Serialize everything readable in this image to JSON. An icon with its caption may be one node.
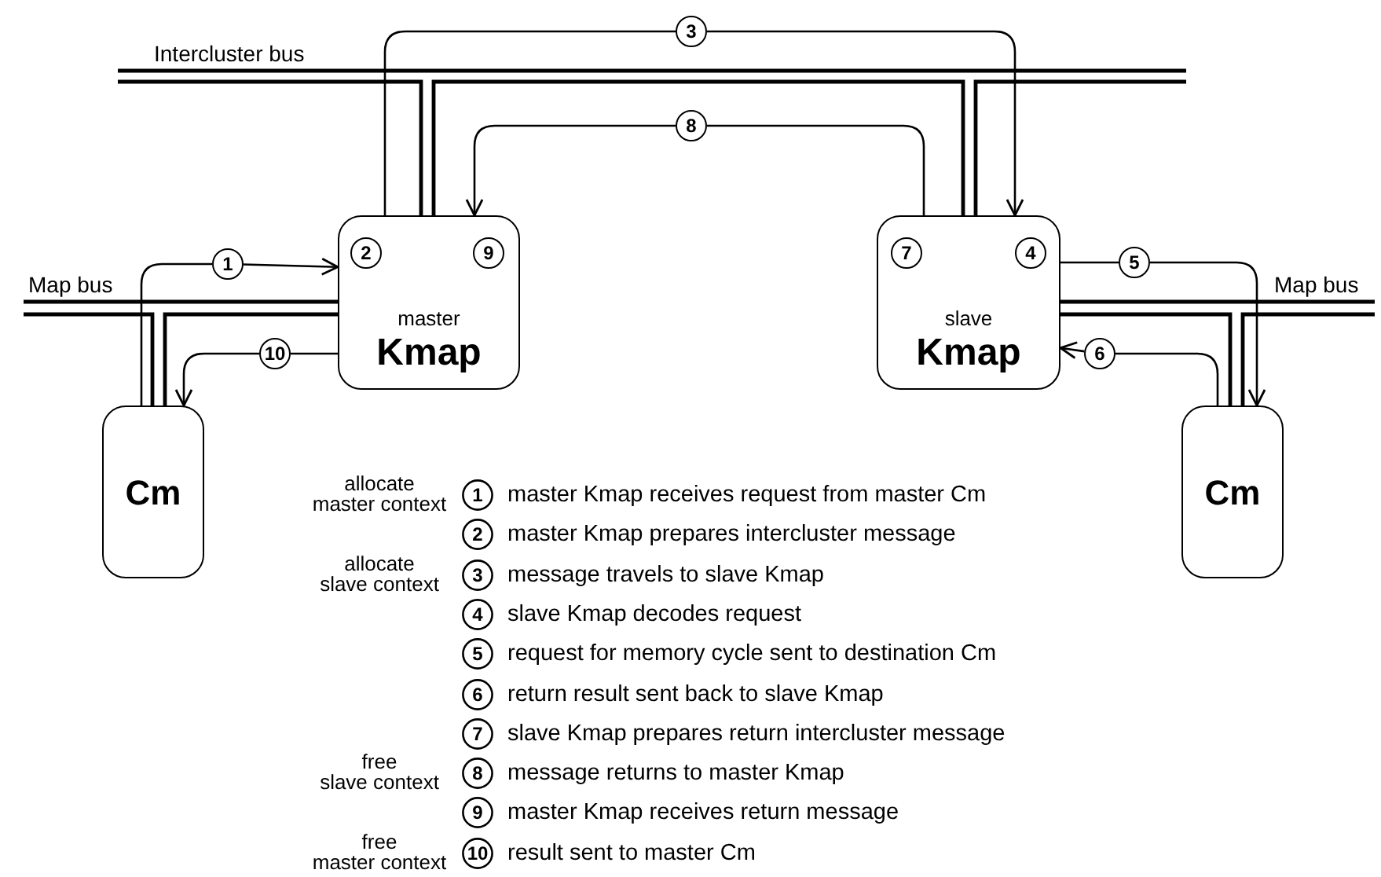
{
  "diagram": {
    "nodes": [
      {
        "text": [
          "3"
        ]
      },
      {
        "text": [
          "8"
        ]
      },
      {
        "text": [
          "master",
          "Kmap"
        ]
      },
      {
        "text": [
          "2"
        ],
        "in": 2
      },
      {
        "text": [
          "9"
        ],
        "in": 2
      },
      {
        "text": [
          "1"
        ]
      },
      {
        "text": [
          "slave",
          "Kmap"
        ]
      },
      {
        "text": [
          "7"
        ],
        "in": 6
      },
      {
        "text": [
          "4"
        ],
        "in": 6
      },
      {
        "text": [
          "5"
        ]
      },
      {
        "text": [
          "10"
        ]
      },
      {
        "text": [
          "6"
        ]
      },
      {
        "text": [
          "Cm"
        ]
      },
      {
        "text": [
          "Cm"
        ]
      }
    ],
    "edges": [
      {
        "from": 12,
        "to": 5,
        "arrow": "none"
      },
      {
        "from": 5,
        "to": 2,
        "arrow": "to"
      },
      {
        "from": 2,
        "to": 0,
        "arrow": "none"
      },
      {
        "from": 0,
        "to": 6,
        "arrow": "to"
      },
      {
        "from": 6,
        "to": 9,
        "arrow": "none"
      },
      {
        "from": 9,
        "to": 13,
        "arrow": "to"
      },
      {
        "from": 13,
        "to": 11,
        "arrow": "none"
      },
      {
        "from": 11,
        "to": 6,
        "arrow": "to"
      },
      {
        "from": 6,
        "to": 1,
        "arrow": "none"
      },
      {
        "from": 1,
        "to": 2,
        "arrow": "to"
      },
      {
        "from": 2,
        "to": 10,
        "arrow": "none"
      },
      {
        "from": 10,
        "to": 12,
        "arrow": "to"
      }
    ],
    "labels": [
      "Intercluster bus",
      "Map bus",
      "Map bus",
      "allocate master context",
      "1",
      "master Kmap receives request from master Cm",
      "2",
      "master Kmap prepares intercluster message",
      "allocate slave context",
      "3",
      "message travels to slave Kmap",
      "4",
      "slave Kmap decodes request",
      "5",
      "request for memory cycle sent to destination Cm",
      "6",
      "return result sent back to slave Kmap",
      "7",
      "slave Kmap prepares return intercluster message",
      "free slave context",
      "8",
      "message returns to master Kmap",
      "9",
      "master Kmap receives return message",
      "free master context",
      "10",
      "result sent to master Cm"
    ]
  }
}
